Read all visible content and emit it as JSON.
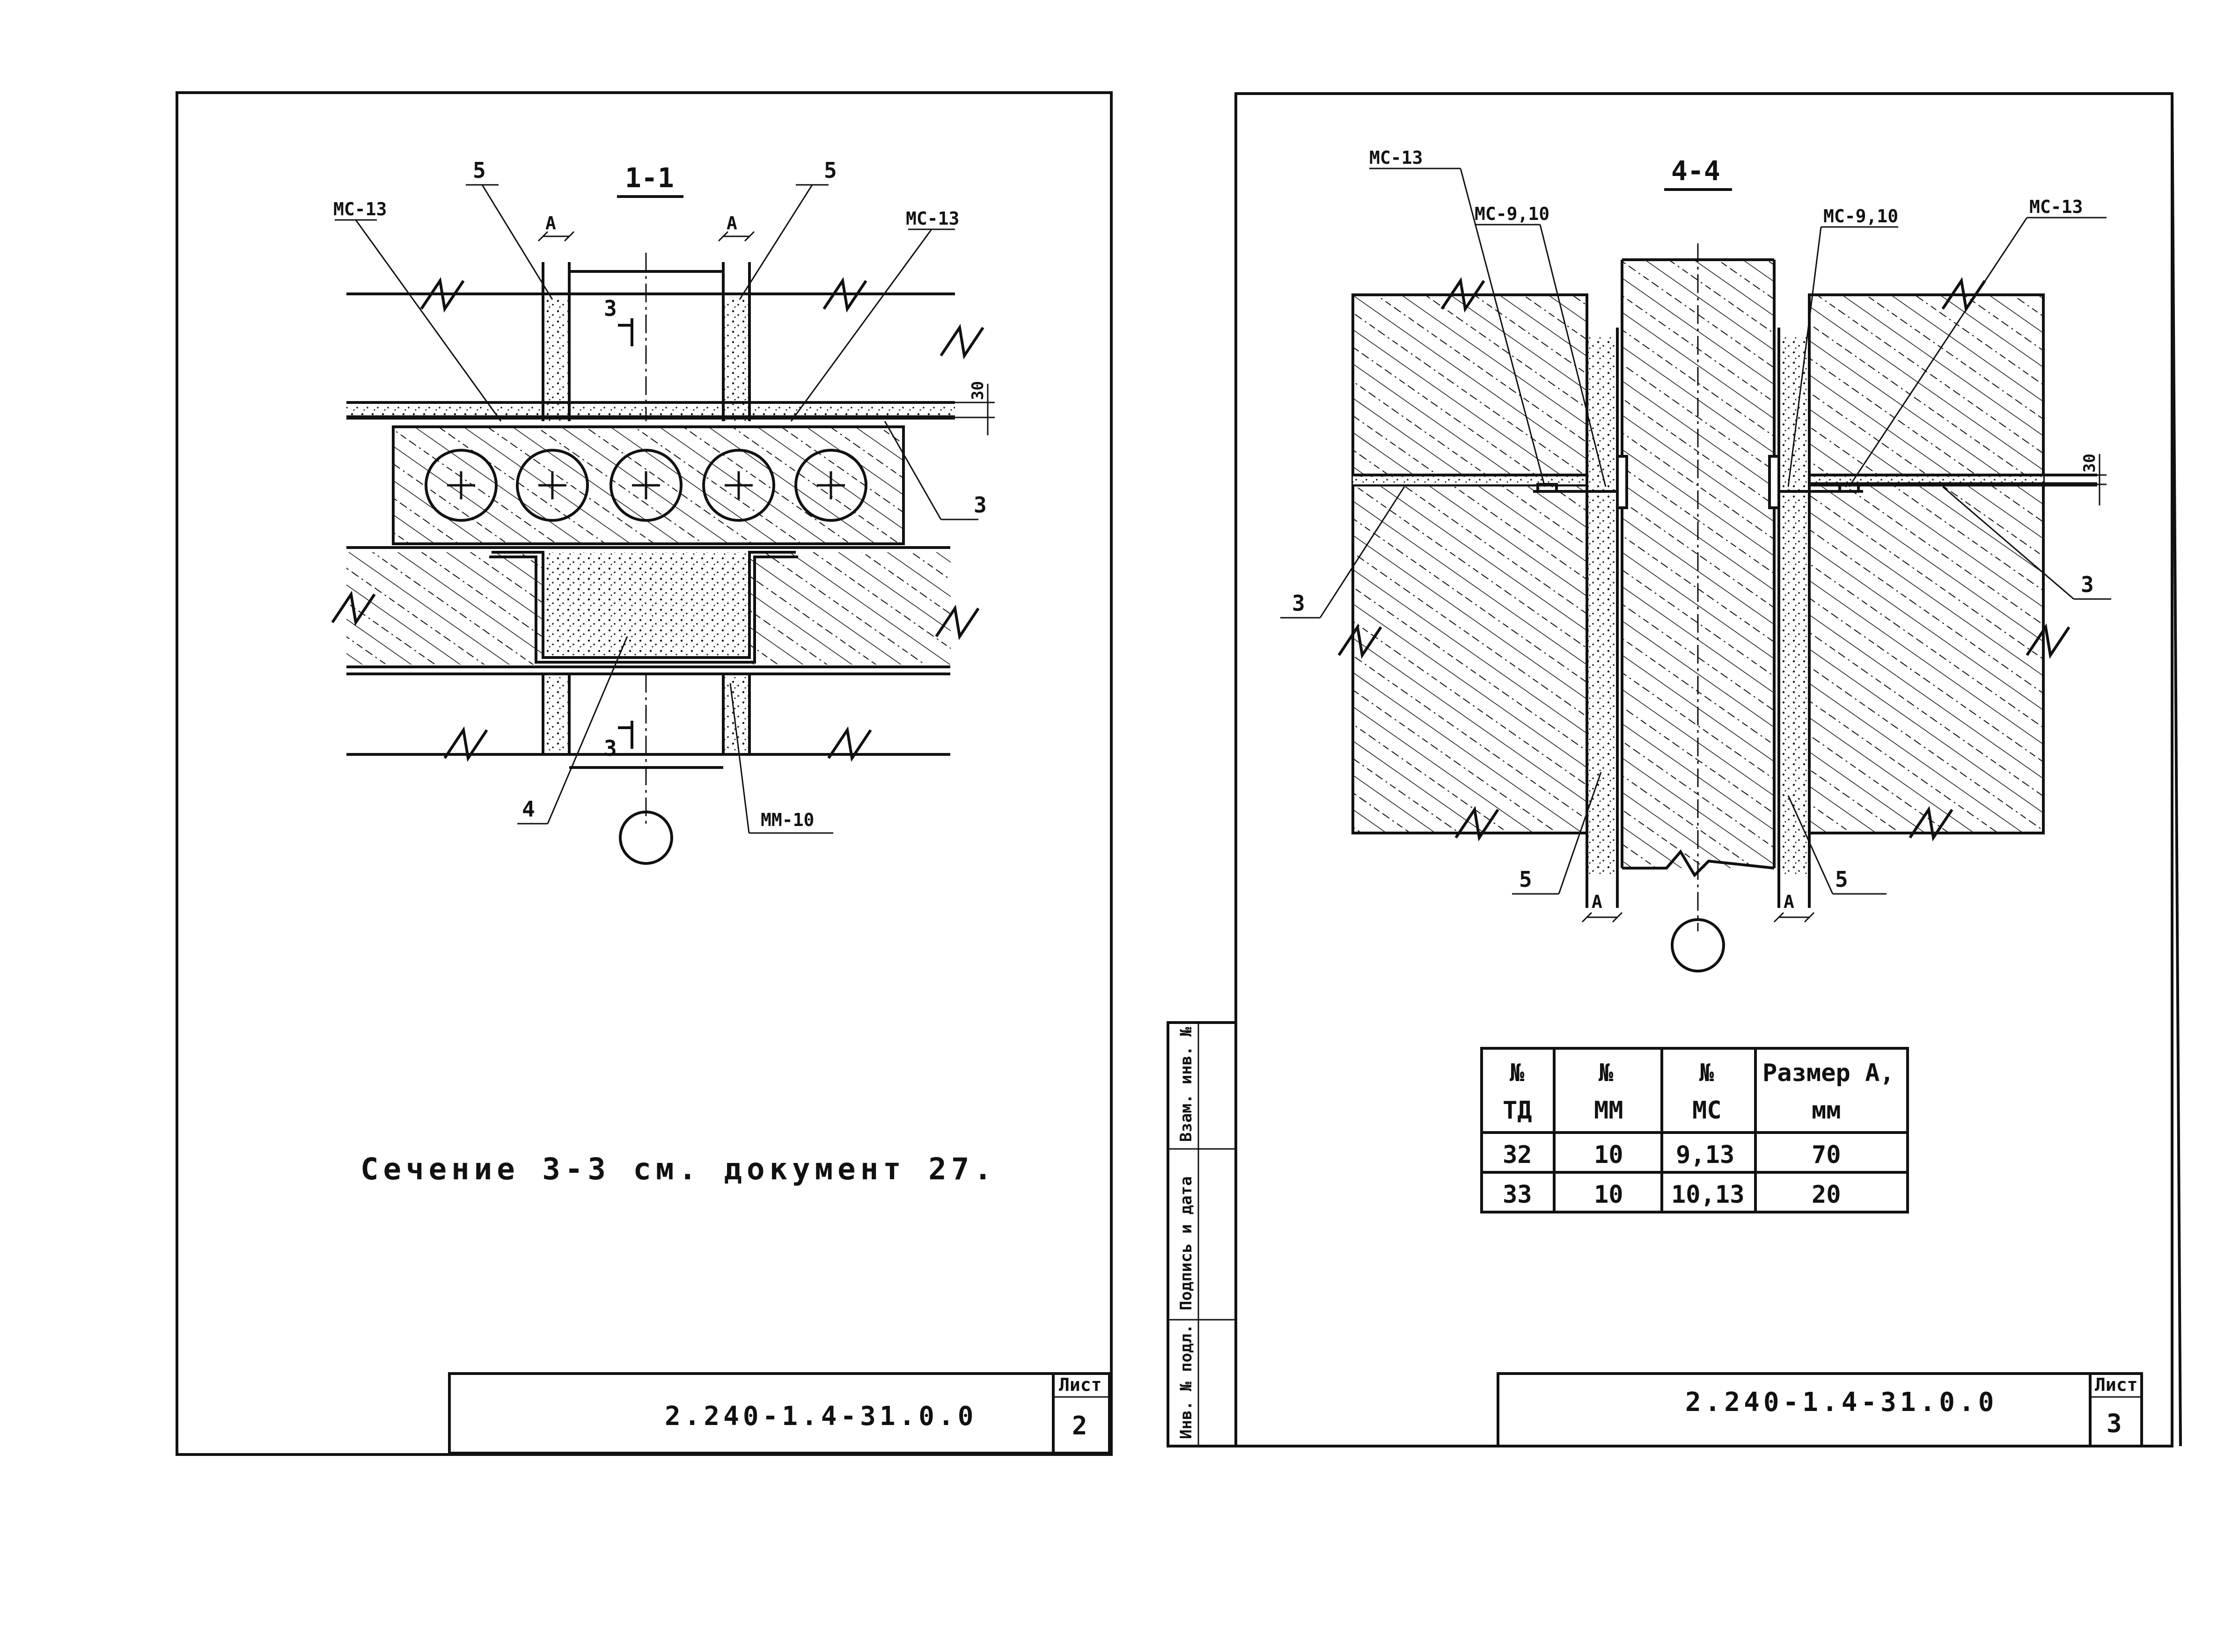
{
  "sheet2": {
    "section_title": "1-1",
    "labels": {
      "five_left": "5",
      "five_right": "5",
      "dim_left": "A",
      "dim_right": "A",
      "mc_left": "МС-13",
      "mc_right": "МС-13",
      "three": "3",
      "four": "4",
      "mm": "ММ-10",
      "dim_30": "30",
      "cut_mark_top": "3",
      "cut_mark_bottom": "3"
    },
    "note": "Сечение 3-3 см. документ 27.",
    "stamp": {
      "code": "2.240-1.4-31.0.0",
      "sheet_label": "Лист",
      "sheet_number": "2"
    }
  },
  "sheet3": {
    "section_title": "4-4",
    "labels": {
      "mc13_left": "МС-13",
      "mc910_left": "МС-9,10",
      "mc910_right": "МС-9,10",
      "mc13_right": "МС-13",
      "three_left": "3",
      "three_right": "3",
      "five_left": "5",
      "five_right": "5",
      "dim_left": "A",
      "dim_right": "A",
      "dim_30": "30"
    },
    "side_stamp": [
      "Инв. № подл.",
      "Подпись и дата",
      "Взам. инв. №"
    ],
    "table": {
      "headers": [
        [
          "№",
          "ТД"
        ],
        [
          "№",
          "ММ"
        ],
        [
          "№",
          "МС"
        ],
        [
          "Размер А,",
          "мм"
        ]
      ],
      "rows": [
        [
          "32",
          "10",
          "9,13",
          "70"
        ],
        [
          "33",
          "10",
          "10,13",
          "20"
        ]
      ]
    },
    "stamp": {
      "code": "2.240-1.4-31.0.0",
      "sheet_label": "Лист",
      "sheet_number": "3"
    }
  }
}
